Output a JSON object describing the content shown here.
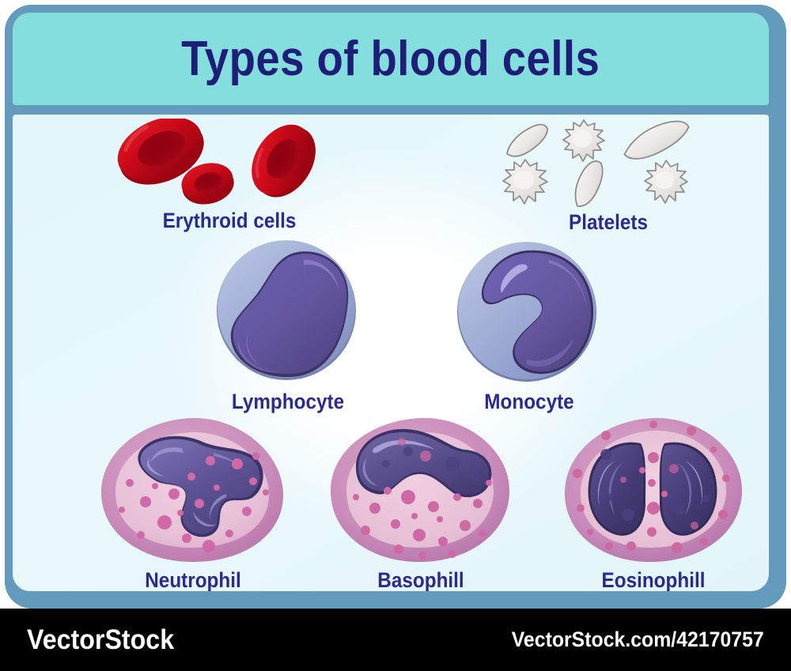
{
  "poster": {
    "title": "Types of blood cells",
    "frame_color": "#649bbd",
    "header_color": "#84dede",
    "panel_color": "#e6f7fb",
    "label_color": "#2a2a8f"
  },
  "cells": {
    "erythroid": {
      "label": "Erythroid cells",
      "count": 3,
      "rim_color": "#cc0a18",
      "center_color": "#8b0010",
      "description": "Three biconcave red discs"
    },
    "platelets": {
      "label": "Platelets",
      "count": 6,
      "body_color": "#eeecea",
      "outline_color": "#8e8c8c",
      "smooth_count": 3,
      "spiky_count": 3,
      "description": "Three smooth lens shapes and three spiky activated forms"
    },
    "lymphocyte": {
      "label": "Lymphocyte",
      "cytoplasm_color": "#9aa9d4",
      "nucleus_color": "#6a5ca8",
      "highlight_color": "#8c7ec4",
      "description": "Large round purple nucleus filling most of the cell"
    },
    "monocyte": {
      "label": "Monocyte",
      "cytoplasm_color": "#9aa9d4",
      "nucleus_color": "#6a5ca8",
      "highlight_color": "#a99bd8",
      "description": "Kidney bean shaped nucleus"
    },
    "neutrophil": {
      "label": "Neutrophil",
      "cytoplasm_color": "#e7bcd4",
      "membrane_color": "#c387b5",
      "granule_color": "#d濃",
      "nucleus_color": "#5b4f96",
      "description": "Multi-lobed nucleus with pink granular cytoplasm"
    },
    "basophil": {
      "label": "Basophill",
      "cytoplasm_color": "#e7bcd4",
      "membrane_color": "#c387b5",
      "nucleus_color": "#5b4f96",
      "description": "Single bilobed band nucleus across the top"
    },
    "eosinophil": {
      "label": "Eosinophill",
      "cytoplasm_color": "#e7bcd4",
      "membrane_color": "#c387b5",
      "nucleus_color": "#46407e",
      "description": "Bilobed nucleus with two large lobes"
    }
  },
  "footer": {
    "brand": "VectorStock",
    "url": "VectorStock.com/42170757"
  }
}
